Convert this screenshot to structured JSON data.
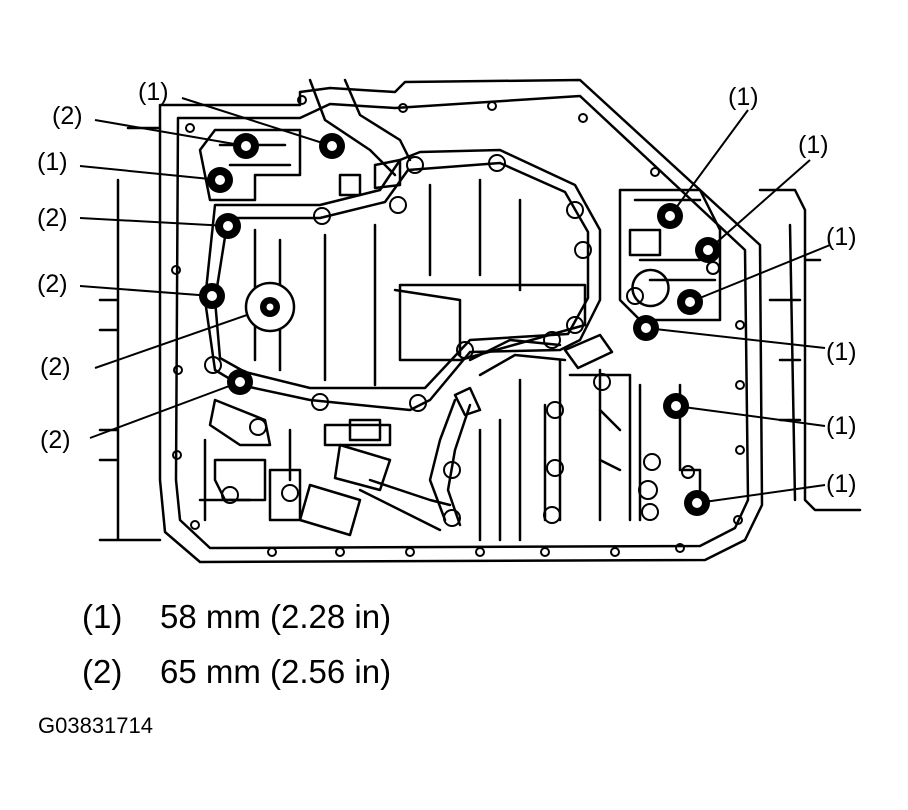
{
  "callouts": [
    {
      "label": "(1)",
      "bolt_type": 1
    },
    {
      "label": "(2)",
      "bolt_type": 2
    },
    {
      "label": "(1)",
      "bolt_type": 1
    },
    {
      "label": "(2)",
      "bolt_type": 2
    },
    {
      "label": "(2)",
      "bolt_type": 2
    },
    {
      "label": "(2)",
      "bolt_type": 2
    },
    {
      "label": "(2)",
      "bolt_type": 2
    },
    {
      "label": "(1)",
      "bolt_type": 1
    },
    {
      "label": "(1)",
      "bolt_type": 1
    },
    {
      "label": "(1)",
      "bolt_type": 1
    },
    {
      "label": "(1)",
      "bolt_type": 1
    },
    {
      "label": "(1)",
      "bolt_type": 1
    },
    {
      "label": "(1)",
      "bolt_type": 1
    }
  ],
  "legend": [
    {
      "key": "(1)",
      "value": "58 mm (2.28 in)"
    },
    {
      "key": "(2)",
      "value": "65 mm (2.56 in)"
    }
  ],
  "figure_code": "G03831714"
}
